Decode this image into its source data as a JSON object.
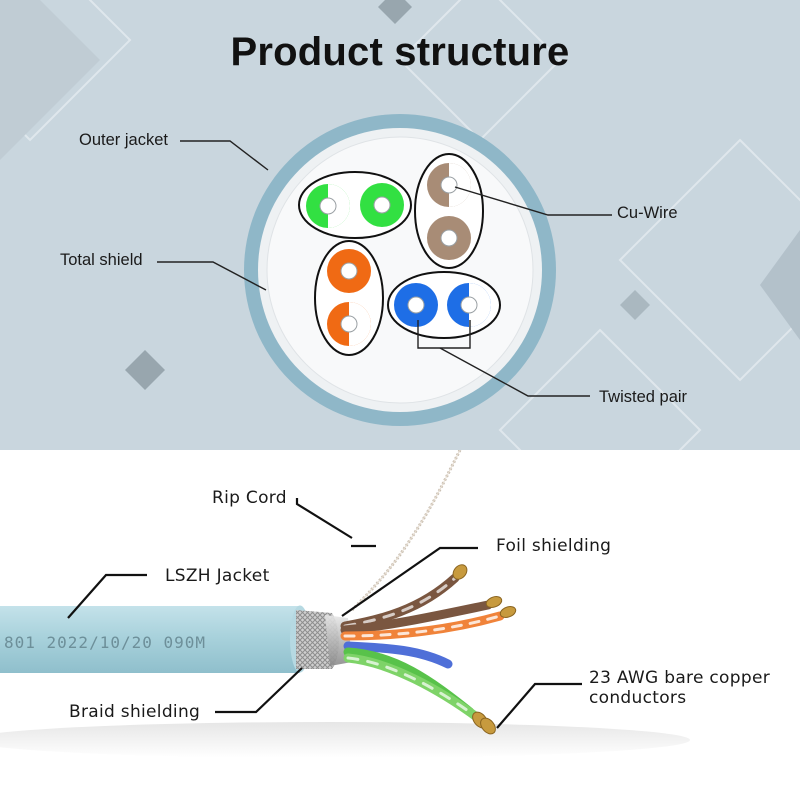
{
  "title": "Product structure",
  "cross_section": {
    "labels": {
      "outer_jacket": "Outer jacket",
      "total_shield": "Total shield",
      "cu_wire": "Cu-Wire",
      "twisted_pair": "Twisted pair"
    },
    "pair_colors": {
      "green": "#32e042",
      "brown": "#a88c76",
      "orange": "#f06a14",
      "blue": "#1e6ee6"
    },
    "jacket_color": "#8fb7c8"
  },
  "cable_view": {
    "labels": {
      "rip_cord": "Rip Cord",
      "foil_shielding": "Foil shielding",
      "lszh_jacket": "LSZH Jacket",
      "awg_line1": "23 AWG bare copper",
      "awg_line2": "conductors",
      "braid_shielding": "Braid shielding"
    },
    "jacket_print": "801 2022/10/20 090M",
    "jacket_color": "#a9d2dc"
  }
}
